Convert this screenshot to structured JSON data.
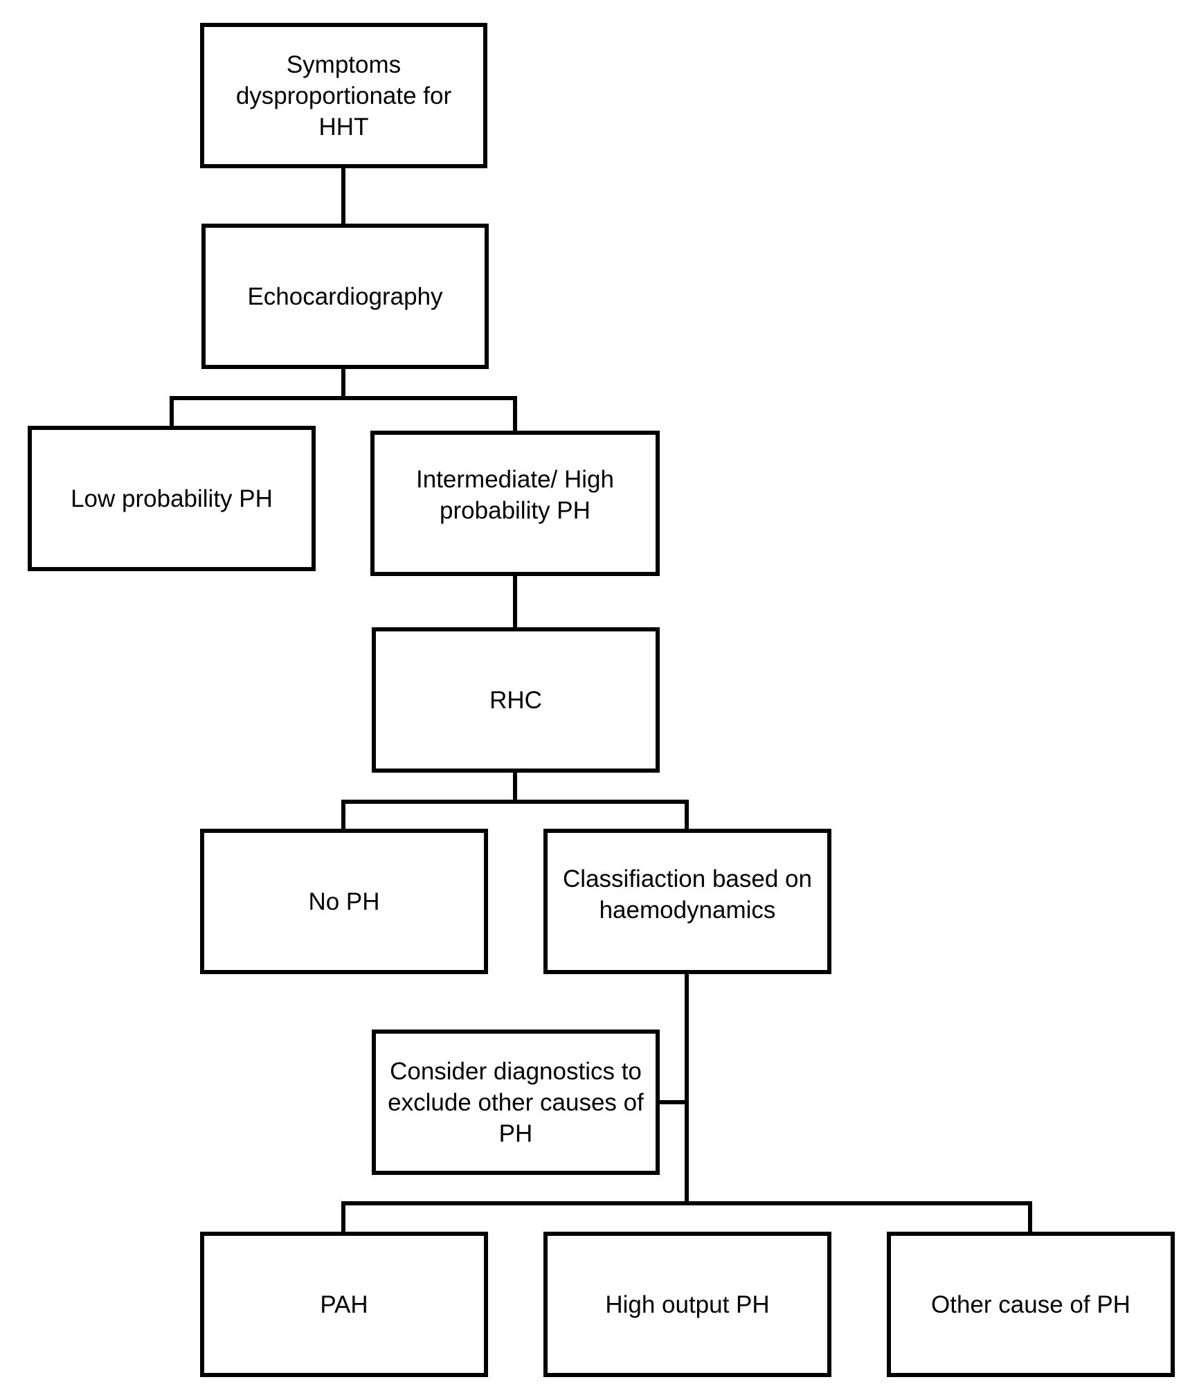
{
  "nodes": {
    "symptoms": "Symptoms\ndysproportionate for\nHHT",
    "echo": "Echocardiography",
    "low_prob": "Low probability PH",
    "inter_high": "Intermediate/ High\nprobability PH",
    "rhc": "RHC",
    "no_ph": "No PH",
    "classification": "Classifiaction based on\nhaemodynamics",
    "consider": "Consider diagnostics to\nexclude other causes of\nPH",
    "pah": "PAH",
    "high_output": "High output PH",
    "other_cause": "Other cause of PH"
  },
  "colors": {
    "stroke": "#000000",
    "fill": "#ffffff"
  }
}
